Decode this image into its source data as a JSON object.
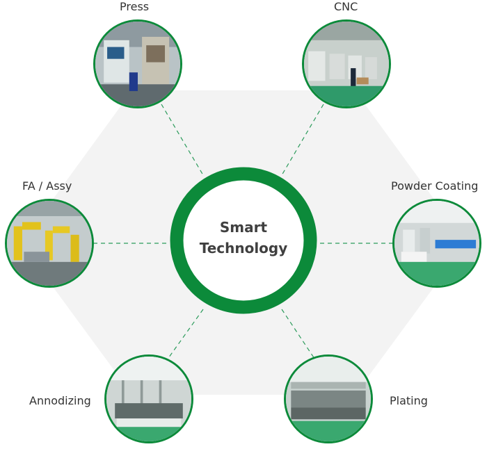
{
  "center": {
    "line1": "Smart",
    "line2": "Technology"
  },
  "nodes": {
    "press": {
      "label": "Press"
    },
    "cnc": {
      "label": "CNC"
    },
    "fa_assy": {
      "label": "FA / Assy"
    },
    "powder_coating": {
      "label": "Powder Coating"
    },
    "annodizing": {
      "label": "Annodizing"
    },
    "plating": {
      "label": "Plating"
    }
  },
  "colors": {
    "accent_green": "#0c8a3a",
    "hexagon_fill": "#f3f3f3",
    "label_text": "#333333",
    "dash_line": "#2a9a5a"
  }
}
